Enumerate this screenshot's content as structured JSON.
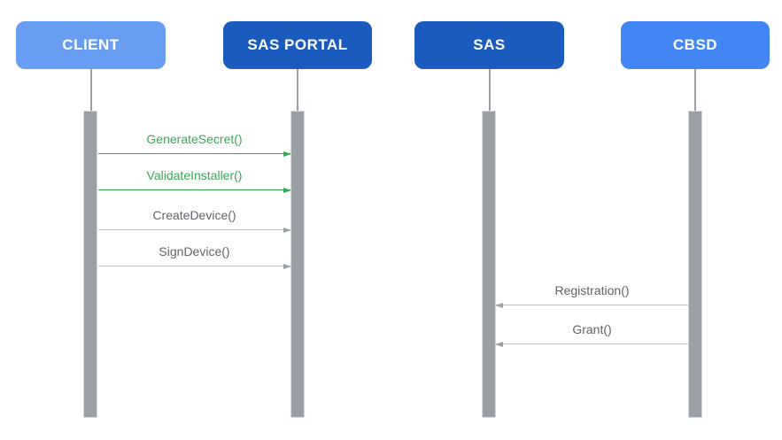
{
  "diagram": {
    "type": "sequence",
    "background": "#ffffff",
    "actors": [
      {
        "id": "client",
        "label": "CLIENT",
        "color": "#699df1",
        "text_color": "#ffffff"
      },
      {
        "id": "sas-portal",
        "label": "SAS PORTAL",
        "color": "#1b5bbe",
        "text_color": "#ffffff"
      },
      {
        "id": "sas",
        "label": "SAS",
        "color": "#1b5bbe",
        "text_color": "#ffffff"
      },
      {
        "id": "cbsd",
        "label": "CBSD",
        "color": "#4285f4",
        "text_color": "#ffffff"
      }
    ],
    "lifeline_color": "#9aa0a6",
    "activation_bar_color": "#9aa0a6",
    "messages": [
      {
        "label": "GenerateSecret()",
        "from": "CLIENT",
        "to": "SAS PORTAL",
        "direction": "right",
        "text_color": "#34a853",
        "line_color": "#34a853",
        "arrow_color": "#34a853"
      },
      {
        "label": "ValidateInstaller()",
        "from": "CLIENT",
        "to": "SAS PORTAL",
        "direction": "right",
        "text_color": "#34a853",
        "line_color": "#34a853",
        "arrow_color": "#34a853"
      },
      {
        "label": "CreateDevice()",
        "from": "CLIENT",
        "to": "SAS PORTAL",
        "direction": "right",
        "text_color": "#5f6368",
        "line_color": "#bdc1c6",
        "arrow_color": "#9aa0a6"
      },
      {
        "label": "SignDevice()",
        "from": "CLIENT",
        "to": "SAS PORTAL",
        "direction": "right",
        "text_color": "#5f6368",
        "line_color": "#bdc1c6",
        "arrow_color": "#9aa0a6"
      },
      {
        "label": "Registration()",
        "from": "CBSD",
        "to": "SAS",
        "direction": "left",
        "text_color": "#5f6368",
        "line_color": "#bdc1c6",
        "arrow_color": "#9aa0a6"
      },
      {
        "label": "Grant()",
        "from": "CBSD",
        "to": "SAS",
        "direction": "left",
        "text_color": "#5f6368",
        "line_color": "#bdc1c6",
        "arrow_color": "#9aa0a6"
      }
    ]
  }
}
